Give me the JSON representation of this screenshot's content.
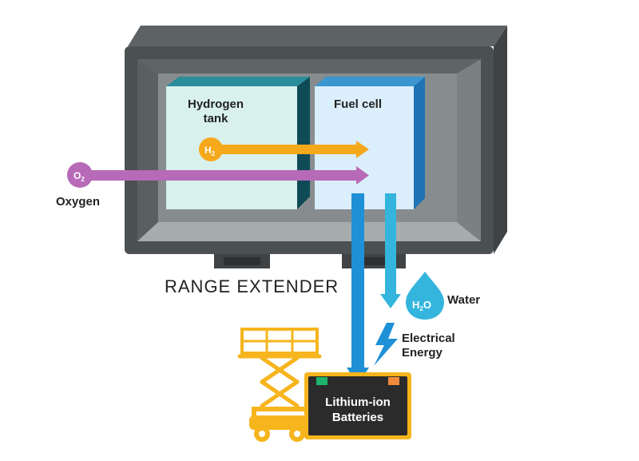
{
  "title": "RANGE EXTENDER",
  "components": {
    "hydrogen_tank": "Hydrogen tank",
    "fuel_cell": "Fuel cell",
    "batteries": "Lithium-ion Batteries"
  },
  "inputs": {
    "hydrogen_symbol": "H",
    "hydrogen_subscript": "2",
    "oxygen_symbol": "O",
    "oxygen_subscript": "2",
    "oxygen_label": "Oxygen"
  },
  "outputs": {
    "water_symbol_h": "H",
    "water_symbol_sub": "2",
    "water_symbol_o": "O",
    "water_label": "Water",
    "energy_label": "Electrical Energy"
  },
  "colors": {
    "housing_dark": "#4b5052",
    "housing_mid": "#6b7173",
    "hydrogen_tank": "#d8f1ec",
    "fuel_cell": "#dbeefb",
    "hydrogen_flow": "#f6a81b",
    "oxygen_flow": "#b66ab7",
    "water": "#33b5dd",
    "energy": "#1e90d6",
    "lift": "#f6b51d",
    "battery": "#2b2b2b"
  }
}
